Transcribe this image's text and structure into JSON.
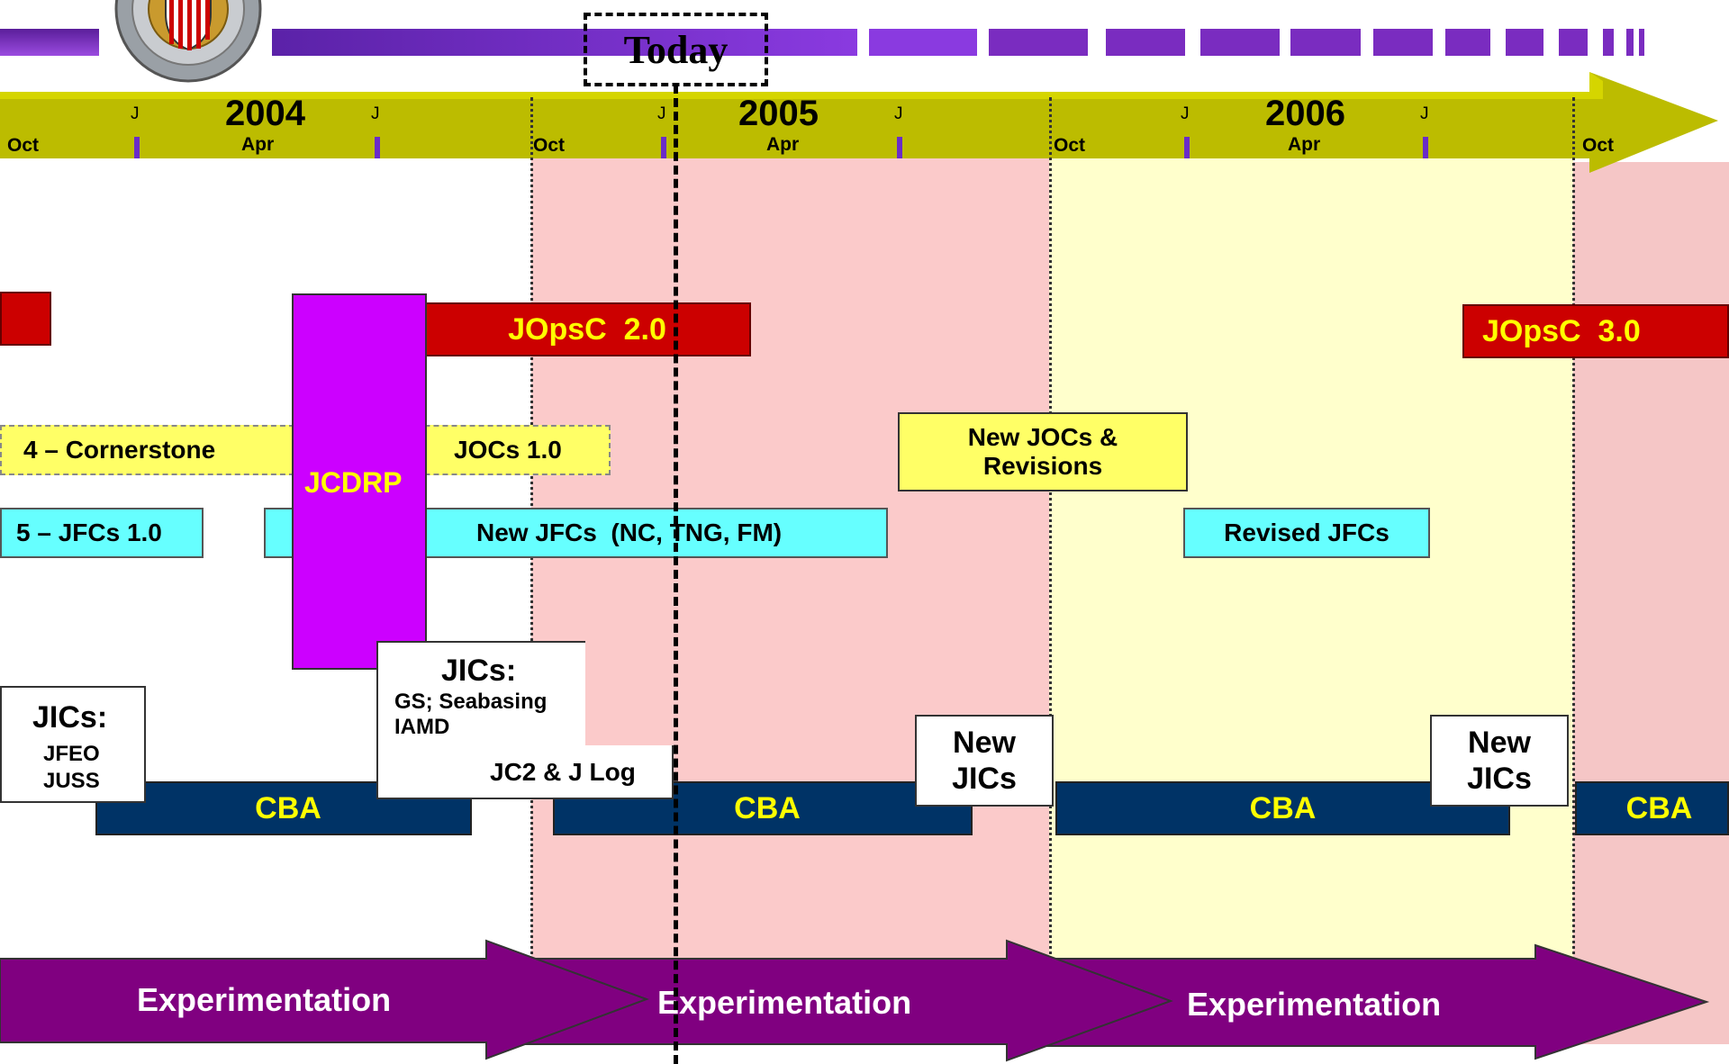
{
  "today_label": "Today",
  "colors": {
    "timeline_bar": "#bcbc00",
    "year_shade_2005": "#fbcaca",
    "year_shade_2006": "#ffffcc",
    "year_shade_2007": "#f5c6c6",
    "top_bar": "#7a2cc0",
    "jopsc": "#cc0000",
    "jops_text": "#ffff00",
    "jocs": "#ffff66",
    "jfcs": "#66ffff",
    "jcdrp": "#cc00ff",
    "cba": "#003366",
    "experimentation": "#800080"
  },
  "timeline": {
    "years": [
      "2004",
      "2005",
      "2006"
    ],
    "months": {
      "oct": "Oct",
      "apr": "Apr",
      "j": "J"
    }
  },
  "bars": {
    "jopsc_20": "JOpsC  2.0",
    "jopsc_30": "JOpsC  3.0",
    "cornerstone": "4 – Cornerstone",
    "jocs_10": "JOCs 1.0",
    "new_jocs_line1": "New JOCs &",
    "new_jocs_line2": "Revisions",
    "jfcs_10": "5 – JFCs 1.0",
    "new_jfcs": "New JFCs  (NC, TNG, FM)",
    "revised_jfcs": "Revised JFCs",
    "jcdrp": "JCDRP",
    "cba": "CBA"
  },
  "jics_box1": {
    "title": "JICs:",
    "line1": "JFEO",
    "line2": "JUSS"
  },
  "jics_box2": {
    "title": "JICs:",
    "line1": "GS; Seabasing",
    "line2": "IAMD",
    "line3": "JC2 & J Log"
  },
  "new_jics": {
    "line1": "New",
    "line2": "JICs"
  },
  "experimentation": "Experimentation"
}
